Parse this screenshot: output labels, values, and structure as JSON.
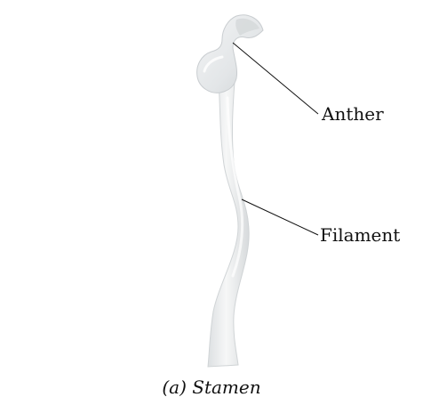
{
  "labels": {
    "anther": "Anther",
    "filament": "Filament"
  },
  "caption": "(a) Stamen",
  "colors": {
    "structure_fill": "#eceff0",
    "structure_shade": "#d2d6d8",
    "structure_highlight": "#fafbfb",
    "leader_line": "#111111",
    "text": "#111111"
  }
}
